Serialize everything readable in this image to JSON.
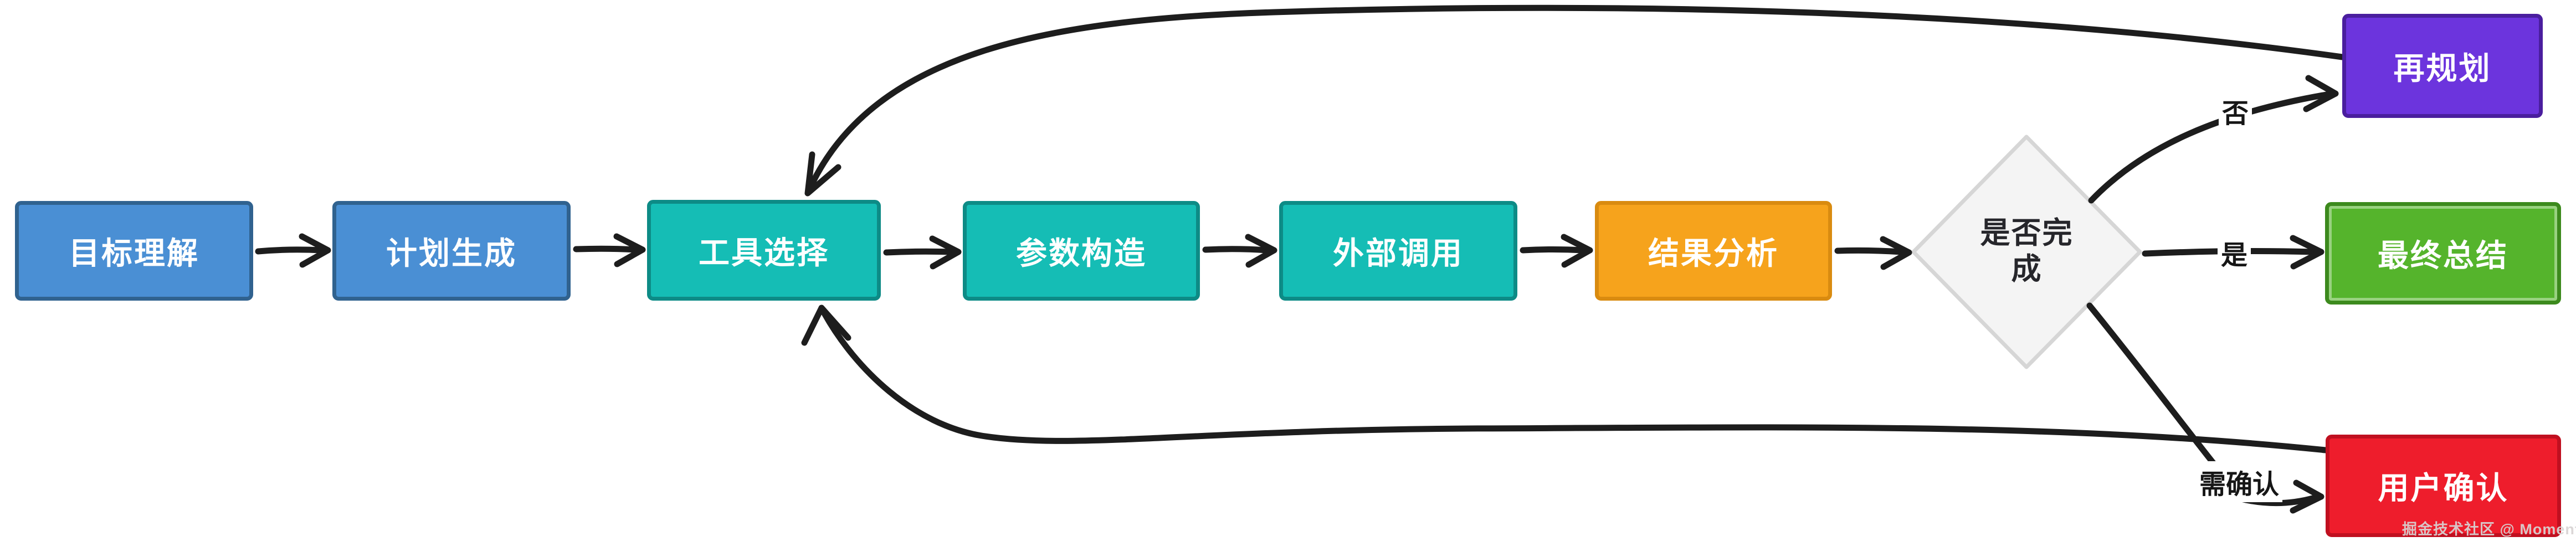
{
  "diagram": {
    "nodes": [
      {
        "id": "goal",
        "label": "目标理解",
        "fill": "#4a8fd4",
        "border": "#30628f"
      },
      {
        "id": "plan",
        "label": "计划生成",
        "fill": "#4a8fd4",
        "border": "#30628f"
      },
      {
        "id": "tool",
        "label": "工具选择",
        "fill": "#15bdb5",
        "border": "#0d8b86"
      },
      {
        "id": "param",
        "label": "参数构造",
        "fill": "#15bdb5",
        "border": "#0d8b86"
      },
      {
        "id": "call",
        "label": "外部调用",
        "fill": "#15bdb5",
        "border": "#0d8b86"
      },
      {
        "id": "result",
        "label": "结果分析",
        "fill": "#f6a31c",
        "border": "#d98b10"
      },
      {
        "id": "decision",
        "label": "是否完成",
        "fill": "#f4f4f4",
        "border": "#d6d6d6"
      },
      {
        "id": "replan",
        "label": "再规划",
        "fill": "#6c34dd",
        "border": "#4a1e9e"
      },
      {
        "id": "summary",
        "label": "最终总结",
        "fill": "#55b42c",
        "border": "#3c8a1d"
      },
      {
        "id": "confirm",
        "label": "用户确认",
        "fill": "#ee1d2c",
        "border": "#c01020"
      }
    ],
    "edge_labels": {
      "no": "否",
      "yes": "是",
      "need_confirm": "需确认"
    },
    "colors": {
      "arrow": "#1d1d1d",
      "background": "#ffffff"
    },
    "watermark": "掘金技术社区 @ Moment"
  }
}
